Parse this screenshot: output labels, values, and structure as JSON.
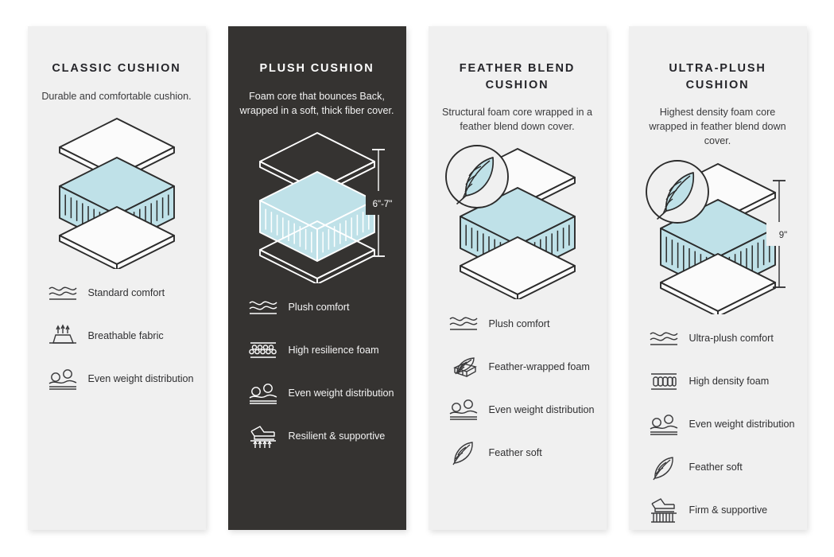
{
  "page": {
    "background": "#ffffff",
    "panel_light_bg": "#f0f0f0",
    "panel_dark_bg": "#353331",
    "foam_blue": "#bfe1e8",
    "stroke_dark": "#2b2b2b",
    "stroke_light": "#ffffff"
  },
  "panels": [
    {
      "id": "classic-cushion",
      "theme": "light",
      "title": "CLASSIC CUSHION",
      "description": "Durable and comfortable cushion.",
      "dimension": "",
      "has_feather_badge": false,
      "features": [
        {
          "icon": "wave-comfort-icon",
          "label": "Standard comfort"
        },
        {
          "icon": "breathable-fabric-icon",
          "label": "Breathable fabric"
        },
        {
          "icon": "weight-distribution-icon",
          "label": "Even weight distribution"
        }
      ]
    },
    {
      "id": "plush-cushion",
      "theme": "dark",
      "title": "PLUSH CUSHION",
      "description": "Foam core that bounces Back, wrapped in a soft, thick fiber cover.",
      "dimension": "6\"-7\"",
      "has_feather_badge": false,
      "features": [
        {
          "icon": "wave-comfort-icon",
          "label": "Plush comfort"
        },
        {
          "icon": "resilience-foam-icon",
          "label": "High resilience foam"
        },
        {
          "icon": "weight-distribution-icon",
          "label": "Even weight distribution"
        },
        {
          "icon": "resilient-support-icon",
          "label": "Resilient & supportive"
        }
      ]
    },
    {
      "id": "feather-blend-cushion",
      "theme": "light",
      "title": "FEATHER BLEND CUSHION",
      "description": "Structural foam core wrapped in a feather blend down cover.",
      "dimension": "",
      "has_feather_badge": true,
      "features": [
        {
          "icon": "wave-comfort-icon",
          "label": "Plush comfort"
        },
        {
          "icon": "feather-wrapped-foam-icon",
          "label": "Feather-wrapped foam"
        },
        {
          "icon": "weight-distribution-icon",
          "label": "Even weight distribution"
        },
        {
          "icon": "feather-icon",
          "label": "Feather soft"
        }
      ]
    },
    {
      "id": "ultra-plush-cushion",
      "theme": "light",
      "title": "ULTRA-PLUSH CUSHION",
      "description": "Highest density foam core wrapped in feather blend down cover.",
      "dimension": "9\"",
      "has_feather_badge": true,
      "features": [
        {
          "icon": "wave-comfort-icon",
          "label": "Ultra-plush comfort"
        },
        {
          "icon": "high-density-foam-icon",
          "label": "High density foam"
        },
        {
          "icon": "weight-distribution-icon",
          "label": "Even weight distribution"
        },
        {
          "icon": "feather-icon",
          "label": "Feather soft"
        },
        {
          "icon": "firm-support-icon",
          "label": "Firm & supportive"
        }
      ]
    }
  ]
}
